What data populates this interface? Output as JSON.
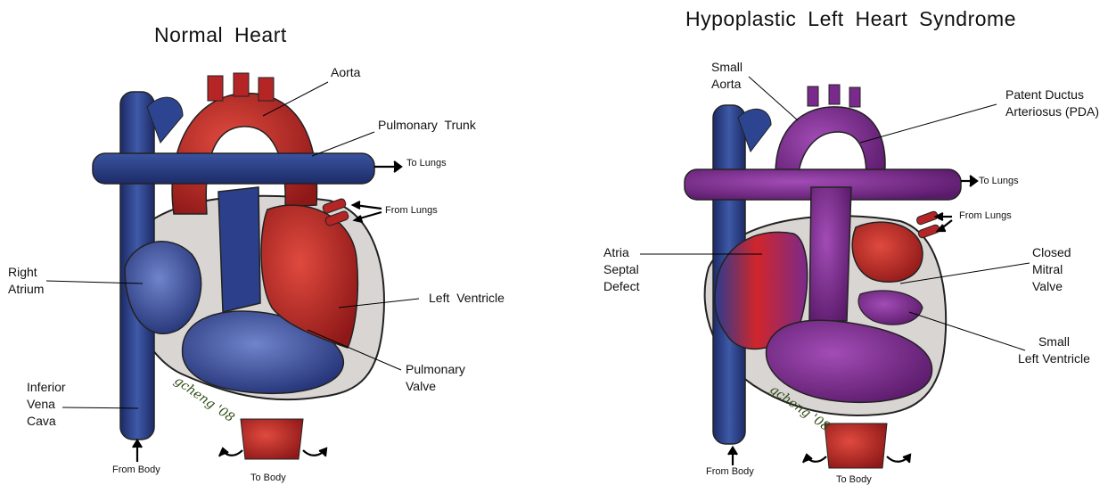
{
  "normal": {
    "title": "Normal Heart",
    "labels": {
      "aorta": "Aorta",
      "pulmonary_trunk": "Pulmonary Trunk",
      "right_atrium": "Right\nAtrium",
      "left_ventricle": "Left Ventricle",
      "inferior_vena_cava": "Inferior\nVena\nCava",
      "pulmonary_valve": "Pulmonary\nValve",
      "to_lungs": "To Lungs",
      "from_lungs": "From Lungs",
      "from_body": "From Body",
      "to_body": "To Body"
    },
    "signature": "gcheng '08"
  },
  "hlhs": {
    "title": "Hypoplastic Left Heart Syndrome",
    "labels": {
      "small_aorta": "Small\nAorta",
      "pda": "Patent Ductus\nArteriosus (PDA)",
      "atrial_septal_defect": "Atria\nSeptal\nDefect",
      "closed_mitral_valve": "Closed\nMitral\nValve",
      "small_left_ventricle": "Small\nLeft Ventricle",
      "to_lungs": "To Lungs",
      "from_lungs": "From Lungs",
      "from_body": "From Body",
      "to_body": "To Body"
    },
    "signature": "gcheng '08"
  },
  "colors": {
    "vein_blue": "#2b3f8a",
    "artery_red": "#b52525",
    "pda_purple": "#7a2a8c",
    "outline_gray": "#d6d2d0"
  }
}
